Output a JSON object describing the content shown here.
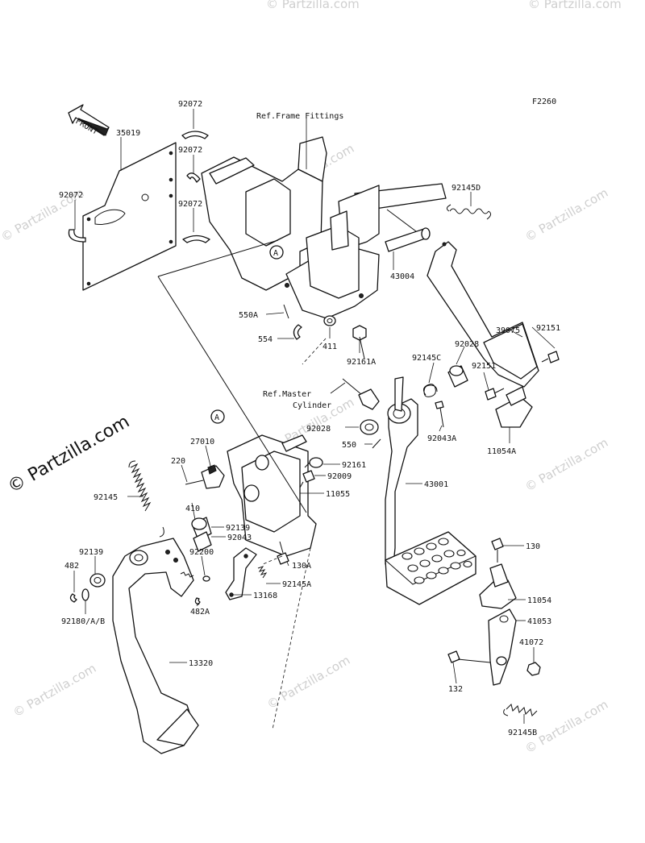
{
  "diagram": {
    "ref_code": "F2260",
    "front_arrow_text": "FRONT",
    "ref_frame": "Ref.Frame Fittings",
    "ref_master_line1": "Ref.Master",
    "ref_master_line2": "Cylinder",
    "callout_a": "A",
    "labels": {
      "p92072_top": "92072",
      "p35019": "35019",
      "p92072_b": "92072",
      "p92072_left": "92072",
      "p92072_c": "92072",
      "p92145D": "92145D",
      "p43004": "43004",
      "p550A": "550A",
      "p554": "554",
      "p411": "411",
      "p92161A": "92161A",
      "p39075": "39075",
      "p92151_a": "92151",
      "p92028_a": "92028",
      "p92145C": "92145C",
      "p92151_b": "92151",
      "p92028_b": "92028",
      "p92043A": "92043A",
      "p11054A": "11054A",
      "p550": "550",
      "p27010": "27010",
      "p220": "220",
      "p92161": "92161",
      "p92009": "92009",
      "p92145": "92145",
      "p410": "410",
      "p11055": "11055",
      "p43001": "43001",
      "p92139_a": "92139",
      "p92043": "92043",
      "p92200": "92200",
      "p130A": "130A",
      "p482": "482",
      "p92139_b": "92139",
      "p92145A": "92145A",
      "p130": "130",
      "p13168": "13168",
      "p482A": "482A",
      "p11054": "11054",
      "p92180": "92180/A/B",
      "p41053": "41053",
      "p41072": "41072",
      "p13320": "13320",
      "p132": "132",
      "p92145B": "92145B"
    },
    "watermark": "© Partzilla.com"
  }
}
